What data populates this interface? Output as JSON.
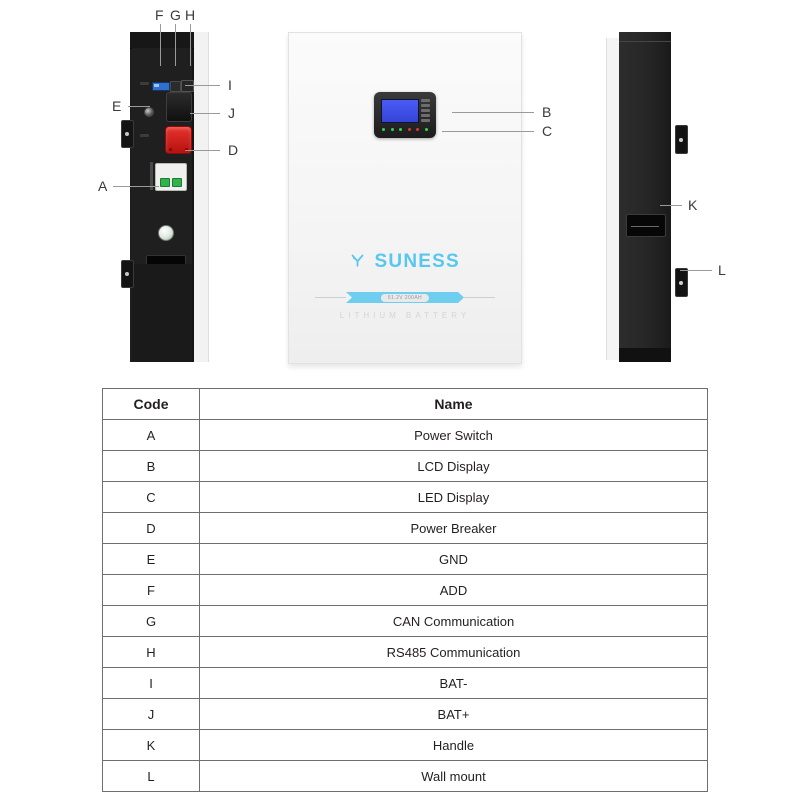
{
  "diagram": {
    "left_view": {
      "name": "terminal-side-view",
      "labels": [
        {
          "id": "F",
          "target": "dip-switch-add"
        },
        {
          "id": "G",
          "target": "can-port"
        },
        {
          "id": "H",
          "target": "rs485-port"
        },
        {
          "id": "I",
          "target": "bat-negative-terminal"
        },
        {
          "id": "J",
          "target": "bat-positive-terminal"
        },
        {
          "id": "D",
          "target": "power-breaker"
        },
        {
          "id": "E",
          "target": "ground-stud"
        },
        {
          "id": "A",
          "target": "power-switch"
        }
      ]
    },
    "front_view": {
      "name": "front-view",
      "brand": "SUNESS",
      "spec": "51.2V 200AH",
      "subtitle": "LITHIUM BATTERY",
      "labels": [
        {
          "id": "B",
          "target": "lcd-display"
        },
        {
          "id": "C",
          "target": "led-display"
        }
      ],
      "led_colors": [
        "#39d14f",
        "#39d14f",
        "#39d14f",
        "#d33a33",
        "#d33a33",
        "#39d14f"
      ]
    },
    "right_view": {
      "name": "right-side-view",
      "labels": [
        {
          "id": "K",
          "target": "handle"
        },
        {
          "id": "L",
          "target": "wall-mount-bracket"
        }
      ]
    }
  },
  "legend": {
    "headers": {
      "code": "Code",
      "name": "Name"
    },
    "rows": [
      {
        "code": "A",
        "name": "Power Switch"
      },
      {
        "code": "B",
        "name": "LCD Display"
      },
      {
        "code": "C",
        "name": "LED Display"
      },
      {
        "code": "D",
        "name": "Power Breaker"
      },
      {
        "code": "E",
        "name": "GND"
      },
      {
        "code": "F",
        "name": "ADD"
      },
      {
        "code": "G",
        "name": "CAN Communication"
      },
      {
        "code": "H",
        "name": "RS485 Communication"
      },
      {
        "code": "I",
        "name": "BAT-"
      },
      {
        "code": "J",
        "name": "BAT+"
      },
      {
        "code": "K",
        "name": "Handle"
      },
      {
        "code": "L",
        "name": "Wall mount"
      }
    ]
  },
  "colors": {
    "brand_blue": "#57c7ef",
    "terminal_positive": "#e8322c",
    "lcd_blue": "#4b5cf5",
    "leader_line": "#9a9a9a"
  }
}
